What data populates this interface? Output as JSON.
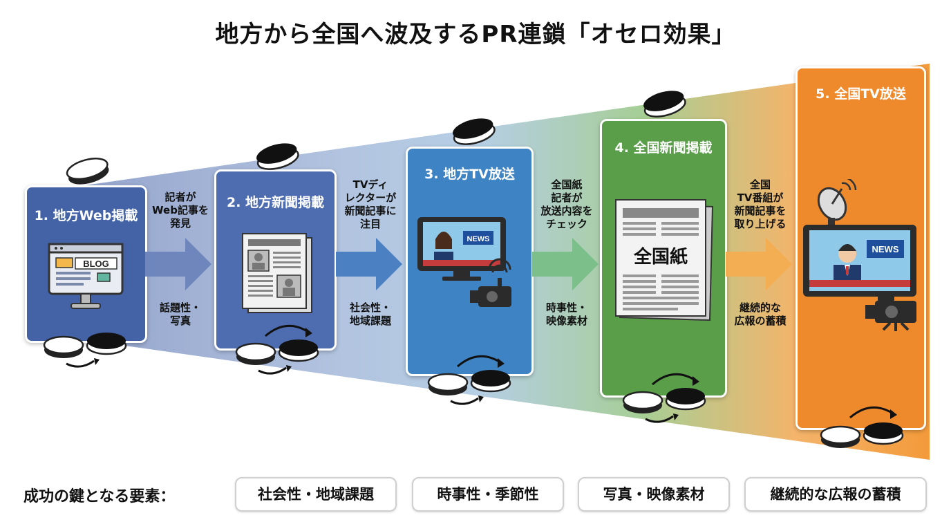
{
  "title": "地方から全国へ波及するPR連鎖「オセロ効果」",
  "stages": [
    {
      "label": "1. 地方Web掲載",
      "color": "#4363a6",
      "screen_text": "BLOG"
    },
    {
      "label": "2. 地方新聞掲載",
      "color": "#4e6db0"
    },
    {
      "label": "3. 地方TV放送",
      "color": "#3e83c4",
      "screen_text": "NEWS"
    },
    {
      "label": "4. 全国新聞掲載",
      "color": "#5a9e4a",
      "paper_text": "全国紙"
    },
    {
      "label": "5. 全国TV放送",
      "color": "#ef8a2c",
      "screen_text": "NEWS"
    }
  ],
  "connectors": [
    {
      "top": "記者が\nWeb記事を\n発見",
      "bottom": "話題性・\n写真"
    },
    {
      "top": "TVディ\nレクターが\n新聞記事に\n注目",
      "bottom": "社会性・\n地域課題"
    },
    {
      "top": "全国紙\n記者が\n放送内容を\nチェック",
      "bottom": "時事性・\n映像素材"
    },
    {
      "top": "全国\nTV番組が\n新聞記事を\n取り上げる",
      "bottom": "継続的な\n広報の蓄積"
    }
  ],
  "footer": {
    "label": "成功の鍵となる要素：",
    "items": [
      "社会性・地域課題",
      "時事性・季節性",
      "写真・映像素材",
      "継続的な広報の蓄積"
    ]
  }
}
